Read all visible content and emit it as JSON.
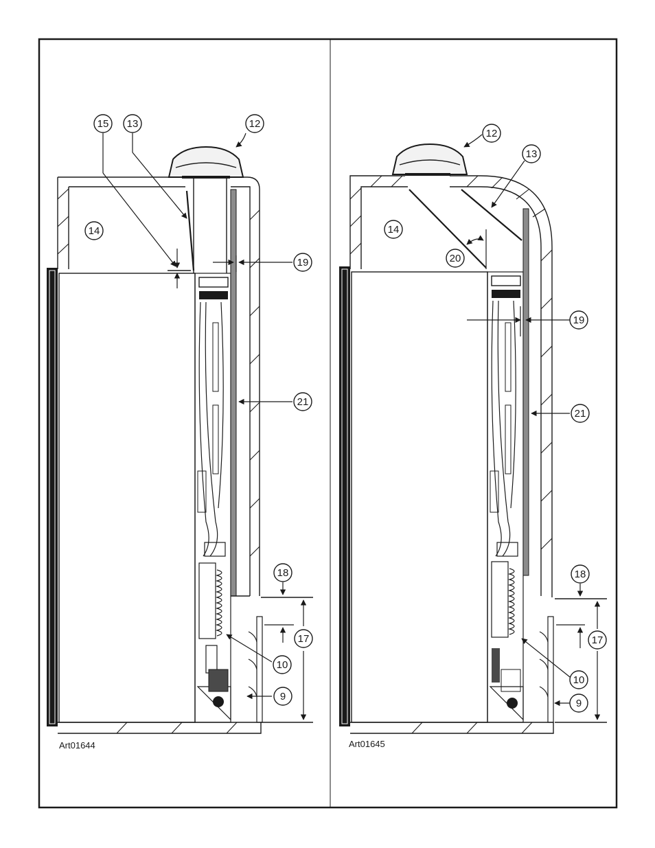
{
  "panels": [
    {
      "id": "left",
      "art_id": "Art01644",
      "callouts": [
        "15",
        "13",
        "12",
        "14",
        "19",
        "21",
        "18",
        "17",
        "10",
        "9"
      ]
    },
    {
      "id": "right",
      "art_id": "Art01645",
      "callouts": [
        "12",
        "13",
        "14",
        "20",
        "19",
        "21",
        "18",
        "17",
        "10",
        "9"
      ]
    }
  ],
  "colors": {
    "ink": "#1a1a1a",
    "liner": "#8c8c8c",
    "paper": "#ffffff"
  }
}
